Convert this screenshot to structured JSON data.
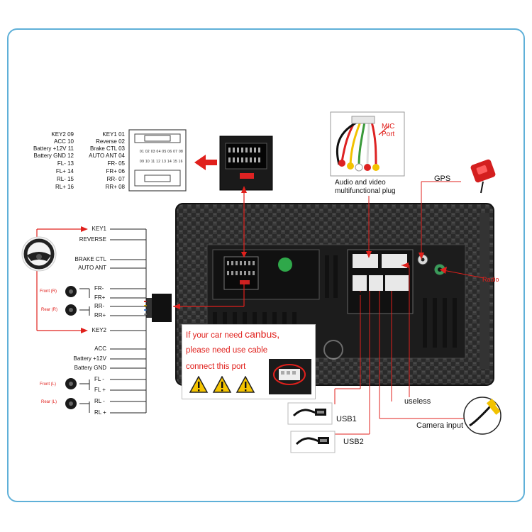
{
  "pin_labels": {
    "left_col": [
      "KEY2 09",
      "ACC 10",
      "Battery +12V 11",
      "Battery GND 12",
      "FL- 13",
      "FL+ 14",
      "RL- 15",
      "RL+ 16"
    ],
    "mid_col": [
      "KEY1 01",
      "Reverse 02",
      "Brake CTL 03",
      "AUTO ANT 04",
      "FR- 05",
      "FR+ 06",
      "RR- 07",
      "RR+ 08"
    ],
    "connector_top_pins": "01 02 03 04 05 06 07 08",
    "connector_bottom_pins": "09 10 11 12 13 14 15 16"
  },
  "wires": {
    "group1": [
      "KEY1",
      "REVERSE",
      "BRAKE CTL",
      "AUTO ANT"
    ],
    "group2": [
      "FR-",
      "FR+",
      "RR-",
      "RR+"
    ],
    "key2": "KEY2",
    "group3": [
      "ACC",
      "Battery +12V",
      "Battery GND"
    ],
    "group4": [
      "FL -",
      "FL +",
      "RL -",
      "RL +"
    ]
  },
  "speakers": {
    "front_r": "Front (R)",
    "rear_r": "Rear (R)",
    "front_l": "Front (L)",
    "rear_l": "Rear (L)"
  },
  "callouts": {
    "mic_port": "MIC\nPort",
    "audio_video": "Audio and video\nmultifunctional plug",
    "gps": "GPS",
    "radio": "Radio",
    "useless": "useless",
    "camera_input": "Camera input",
    "usb1": "USB1",
    "usb2": "USB2"
  },
  "canbus": {
    "line1_prefix": "If your car need ",
    "line1_word": "canbus,",
    "line2": "please need use cable",
    "line3": "connect this port"
  },
  "colors": {
    "accent_red": "#e0201c",
    "frame_blue": "#5fb0d8",
    "warning_yellow": "#f5c400"
  }
}
